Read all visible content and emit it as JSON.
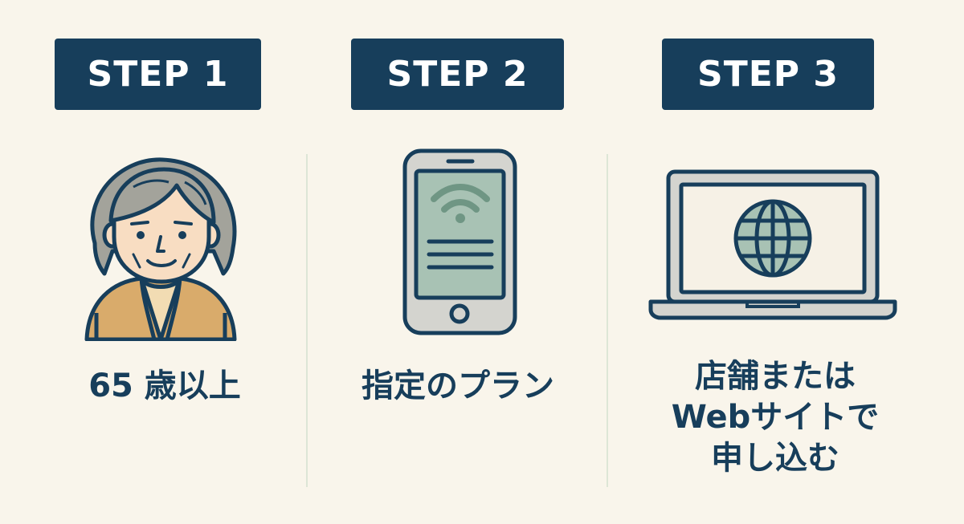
{
  "steps": [
    {
      "badge": "STEP 1",
      "icon": "elderly-person-icon",
      "label_lines": [
        "65 歳以上"
      ]
    },
    {
      "badge": "STEP 2",
      "icon": "smartphone-icon",
      "label_lines": [
        "指定のプラン"
      ]
    },
    {
      "badge": "STEP 3",
      "icon": "laptop-globe-icon",
      "label_lines": [
        "店舗または",
        "Webサイトで",
        "申し込む"
      ]
    }
  ],
  "colors": {
    "background": "#f9f5eb",
    "navy": "#173e5b",
    "hair_gray": "#a3a39b",
    "skin": "#f8ddc2",
    "cardigan": "#d9ab6b",
    "shirt": "#f2dcb3",
    "screen_green": "#a8c2b4",
    "device_gray": "#d4d4cf"
  }
}
